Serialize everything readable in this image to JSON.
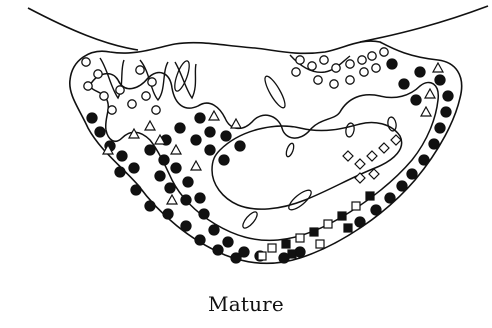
{
  "figure": {
    "caption": "Mature"
  },
  "legend_symbols": {
    "open_circle": "open-circle-marker",
    "filled_circle": "filled-circle-marker",
    "open_triangle": "open-triangle-marker",
    "open_diamond": "open-diamond-marker",
    "open_square": "open-square-marker",
    "filled_square": "filled-square-marker"
  },
  "colors": {
    "ink": "#111111",
    "paper": "#ffffff"
  }
}
